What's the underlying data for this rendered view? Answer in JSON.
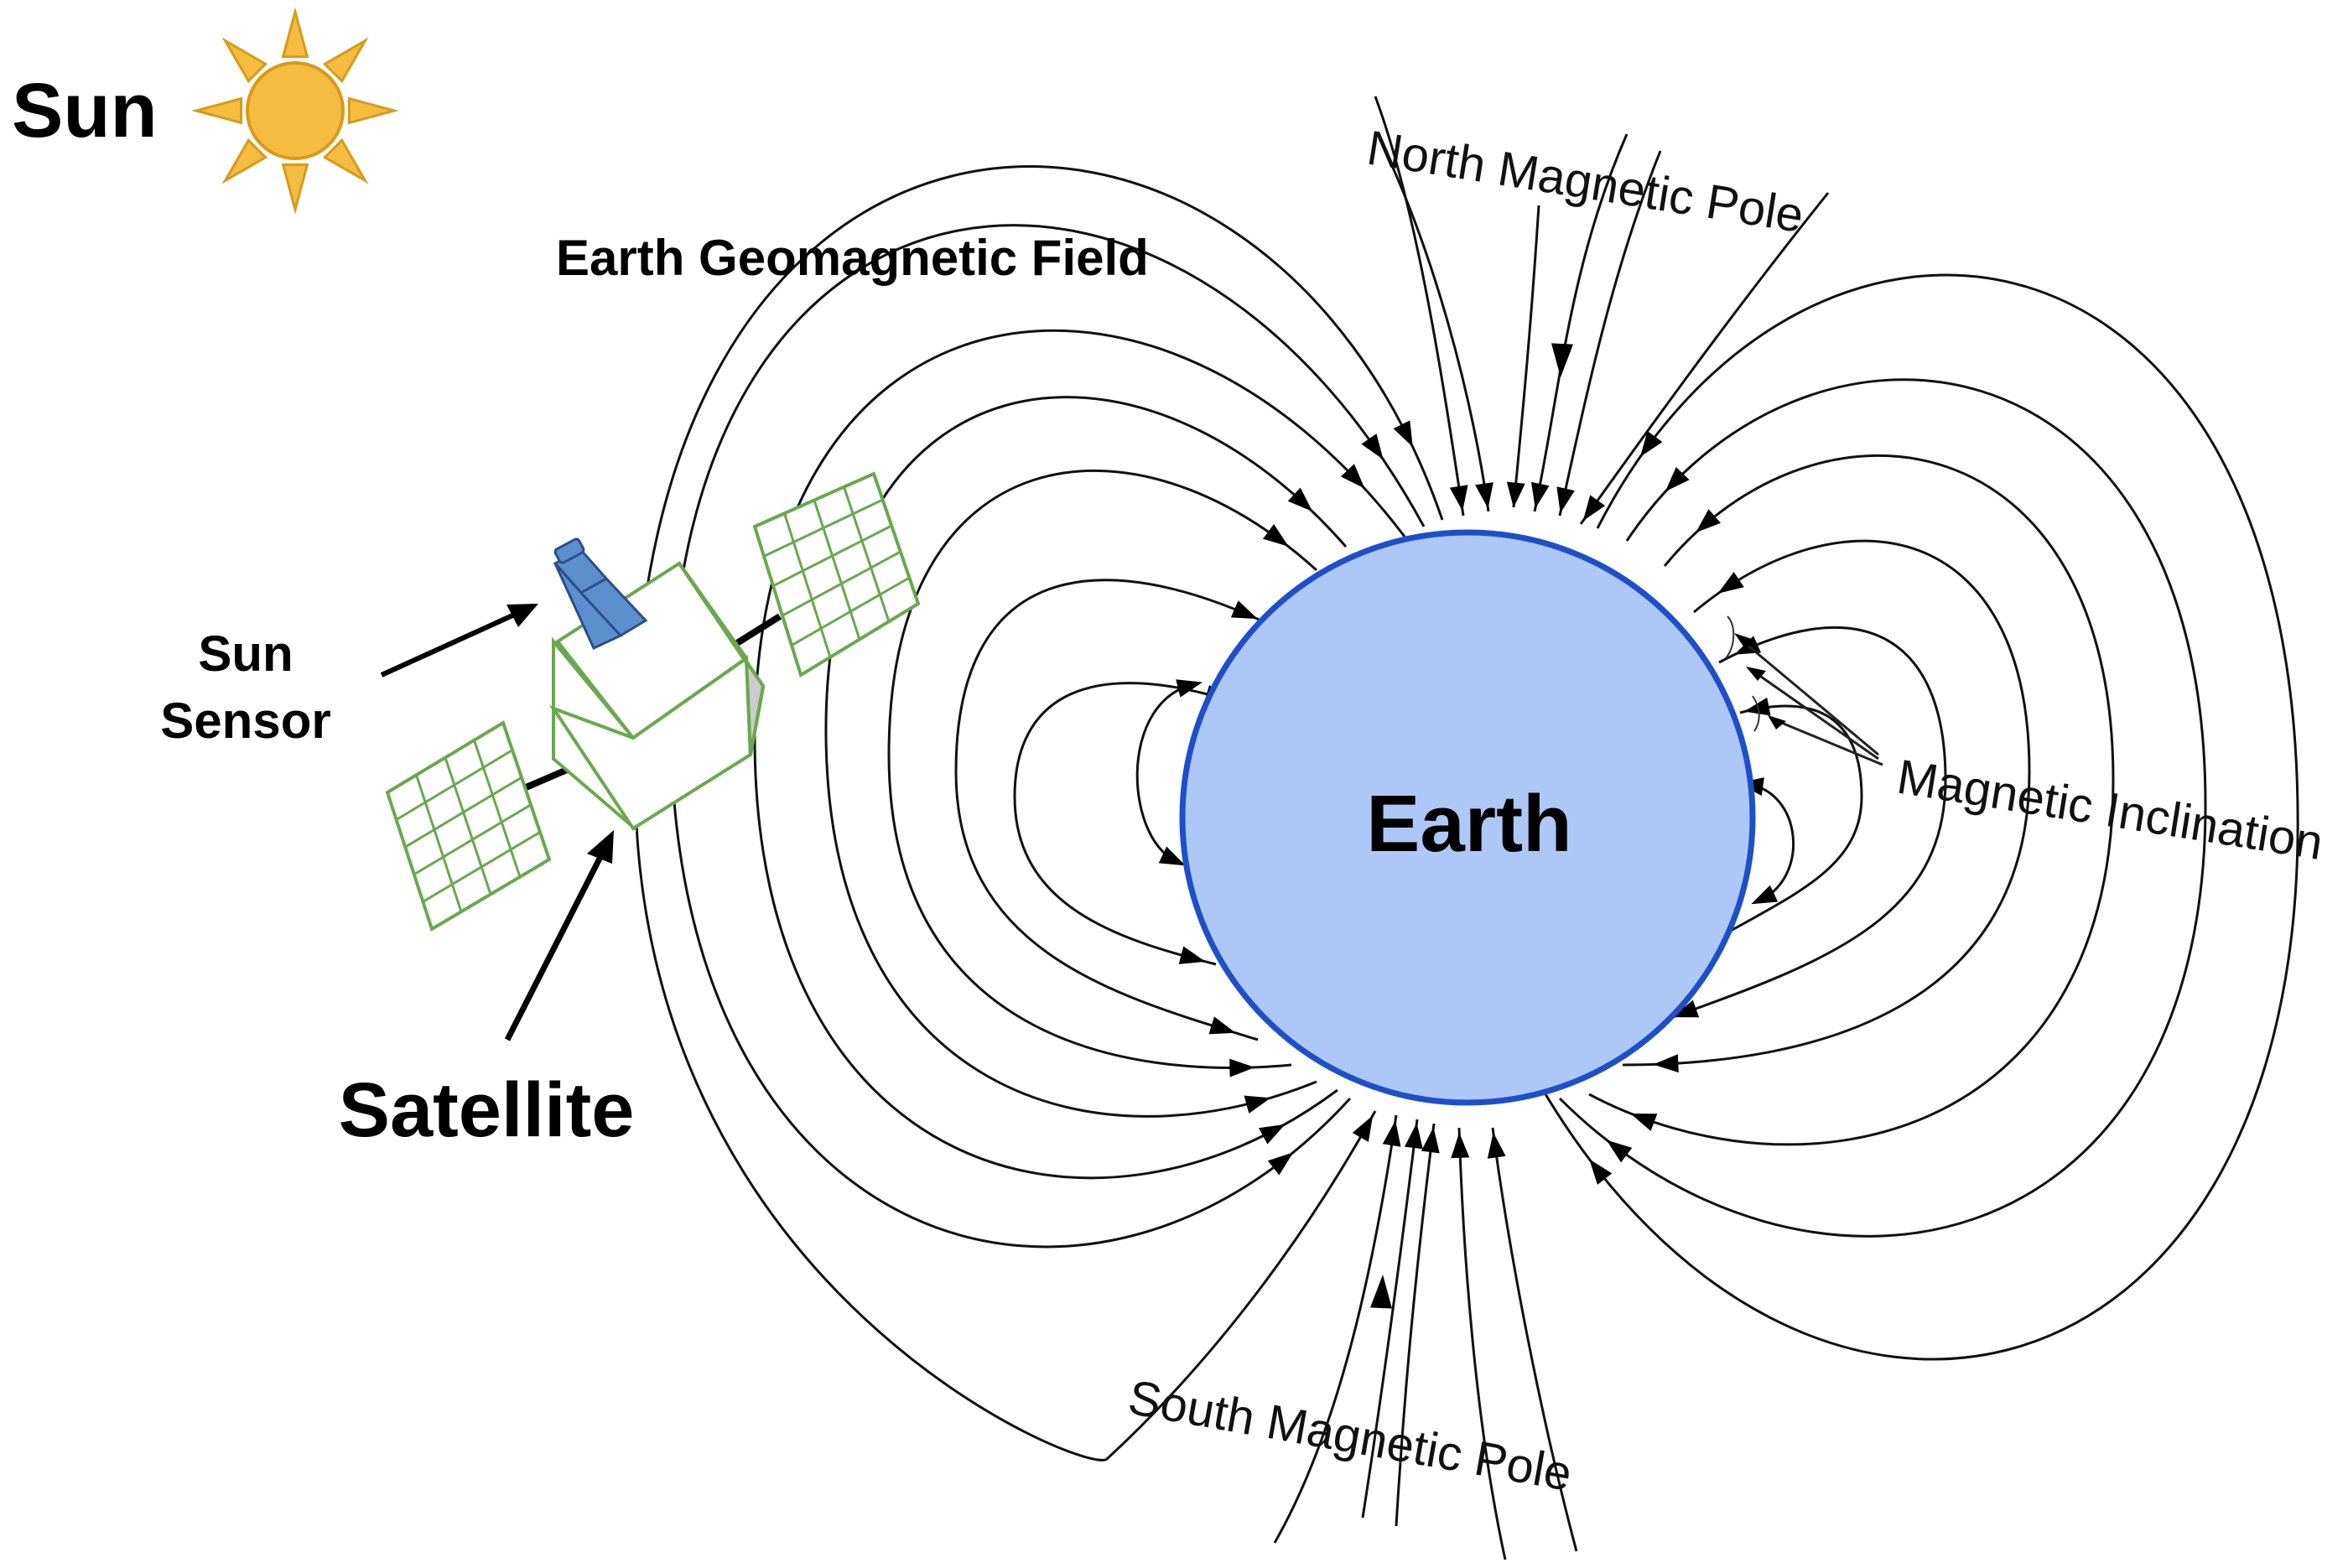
{
  "labels": {
    "sun": "Sun",
    "field": "Earth Geomagnetic Field",
    "north_pole": "North Magnetic Pole",
    "south_pole": "South Magnetic Pole",
    "inclination": "Magnetic Inclination",
    "sun_sensor_line1": "Sun",
    "sun_sensor_line2": "Sensor",
    "satellite": "Satellite",
    "earth": "Earth"
  },
  "colors": {
    "earth_fill": "#adc8f7",
    "earth_stroke": "#1f4fc8",
    "sun_fill": "#f4bd3f",
    "sun_stroke": "#d89a1c",
    "panel_stroke": "#6aa84f",
    "sensor_fill": "#5b8fce",
    "body_side": "#cccccc"
  },
  "icons": {
    "sun": "sun-icon",
    "satellite": "satellite-icon",
    "sensor": "sun-sensor-icon"
  }
}
